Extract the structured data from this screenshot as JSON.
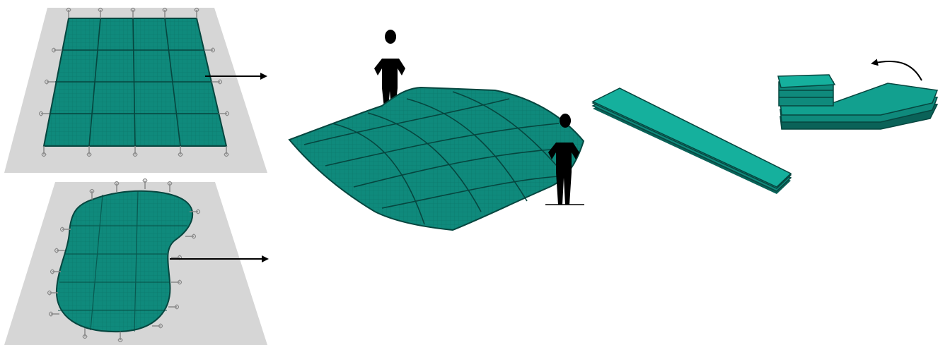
{
  "colors": {
    "cover": "#0f8a7c",
    "cover_dark": "#0a6258",
    "cover_grid": "#06463f",
    "deck": "#d6d6d6",
    "deck_edge": "#c2c2c2",
    "person": "#000000",
    "anchor": "#888888",
    "arrow": "#000000"
  },
  "icons": {
    "person": "person-silhouette-icon",
    "spring_anchor": "spring-anchor-icon",
    "arrow": "arrow-right-icon",
    "curved_arrow": "curved-arrow-icon"
  },
  "panels": [
    {
      "id": "rect-cover-on-pool",
      "shape": "rectangle"
    },
    {
      "id": "kidney-cover-on-pool",
      "shape": "kidney"
    },
    {
      "id": "cover-being-removed",
      "people": 2
    },
    {
      "id": "cover-folded-strip"
    },
    {
      "id": "cover-rolled-up"
    }
  ]
}
